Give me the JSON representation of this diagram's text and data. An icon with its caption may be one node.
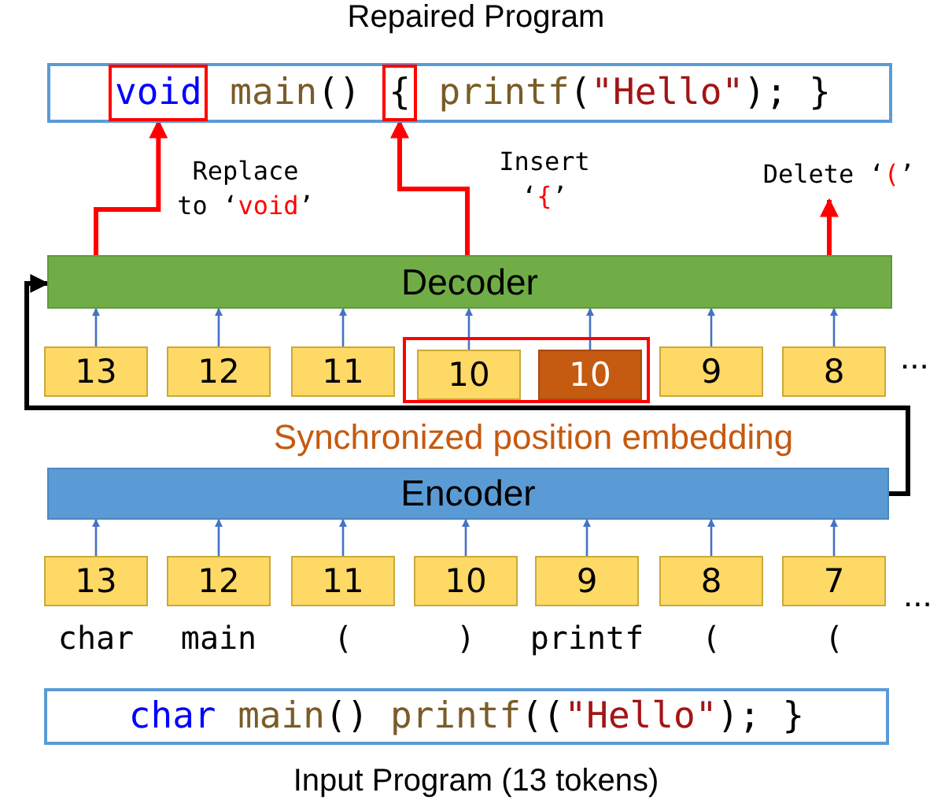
{
  "diagram": {
    "title": "Repaired Program",
    "caption": "Input Program (13 tokens)",
    "nodes": [
      {
        "text": [
          "main",
          "()",
          "printf",
          "(",
          "\"Hello\"",
          "); }"
        ]
      },
      {
        "text": [
          "void"
        ],
        "in": 0
      },
      {
        "text": [
          "{"
        ],
        "in": 0
      },
      {
        "text": [
          "Decoder"
        ]
      },
      {
        "text": [
          "13"
        ]
      },
      {
        "text": [
          "12"
        ]
      },
      {
        "text": [
          "11"
        ]
      },
      {
        "text": [],
        "shape": "box",
        "beside": [
          "Synchronized position embedding"
        ]
      },
      {
        "text": [
          "10"
        ],
        "in": 7
      },
      {
        "text": [
          "10"
        ],
        "in": 7
      },
      {
        "text": [
          "9"
        ]
      },
      {
        "text": [
          "8"
        ]
      },
      {
        "text": [
          "Encoder"
        ]
      },
      {
        "text": [
          "13"
        ],
        "beside": [
          "char"
        ]
      },
      {
        "text": [
          "12"
        ],
        "beside": [
          "main"
        ]
      },
      {
        "text": [
          "11"
        ],
        "beside": [
          "("
        ]
      },
      {
        "text": [
          "10"
        ],
        "beside": [
          ")"
        ]
      },
      {
        "text": [
          "9"
        ],
        "beside": [
          "printf"
        ]
      },
      {
        "text": [
          "8"
        ],
        "beside": [
          "("
        ]
      },
      {
        "text": [
          "7"
        ],
        "beside": [
          "("
        ]
      },
      {
        "text": [
          "char",
          "main",
          "()",
          "printf",
          "((",
          "\"Hello\"",
          "); }"
        ]
      }
    ],
    "edges": [
      {
        "from": 3,
        "to": 1,
        "arrow": "to",
        "label": "Replace to ‘void’",
        "style": "thick",
        "color": "#ff0000"
      },
      {
        "from": 3,
        "to": 2,
        "arrow": "to",
        "label": "Insert ‘{’",
        "style": "thick",
        "color": "#ff0000"
      },
      {
        "from": 3,
        "to": null,
        "arrow": "to",
        "label": "Delete ‘(’",
        "style": "thick",
        "color": "#ff0000"
      },
      {
        "from": 12,
        "to": 3,
        "arrow": "to",
        "style": "thick",
        "color": "#000000"
      },
      {
        "from": 4,
        "to": 3,
        "arrow": "to"
      },
      {
        "from": 5,
        "to": 3,
        "arrow": "to"
      },
      {
        "from": 6,
        "to": 3,
        "arrow": "to"
      },
      {
        "from": 8,
        "to": 3,
        "arrow": "to"
      },
      {
        "from": 9,
        "to": 3,
        "arrow": "to"
      },
      {
        "from": 10,
        "to": 3,
        "arrow": "to"
      },
      {
        "from": 11,
        "to": 3,
        "arrow": "to"
      },
      {
        "from": 13,
        "to": 12,
        "arrow": "to"
      },
      {
        "from": 14,
        "to": 12,
        "arrow": "to"
      },
      {
        "from": 15,
        "to": 12,
        "arrow": "to"
      },
      {
        "from": 16,
        "to": 12,
        "arrow": "to"
      },
      {
        "from": 17,
        "to": 12,
        "arrow": "to"
      },
      {
        "from": 18,
        "to": 12,
        "arrow": "to"
      },
      {
        "from": 19,
        "to": 12,
        "arrow": "to"
      }
    ],
    "labels": [
      "...",
      "..."
    ]
  }
}
